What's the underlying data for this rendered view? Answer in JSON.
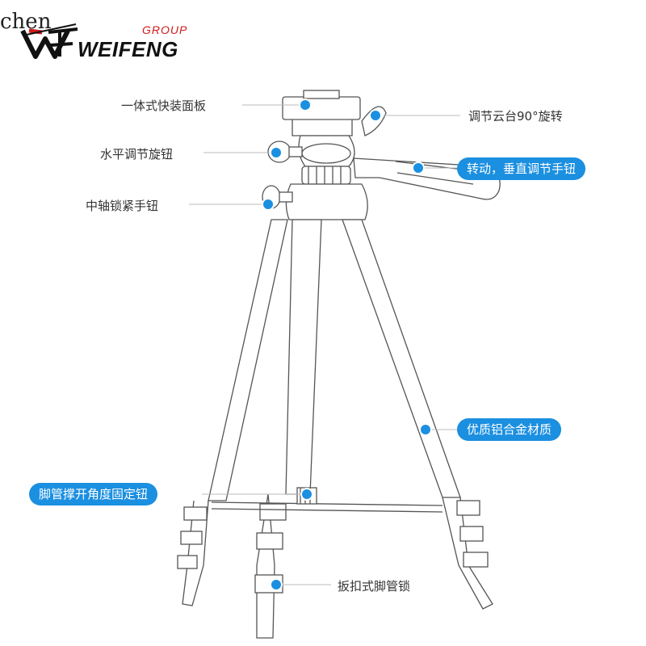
{
  "watermark": "chen",
  "brand": {
    "name": "WEIFENG",
    "group": "GROUP",
    "accent_color": "#d01a1a"
  },
  "labels": {
    "quick_plate": "一体式快装面板",
    "horizontal_knob": "水平调节旋钮",
    "center_column_lock": "中轴锁紧手钮",
    "head_rotate": "调节云台90°旋转",
    "handle_adjust": "转动，垂直调节手钮",
    "aluminum": "优质铝合金材质",
    "leg_angle_knob": "脚管撑开角度固定钮",
    "flip_lock": "扳扣式脚管锁"
  },
  "colors": {
    "highlight": "#1b8fe0",
    "line": "#555555",
    "leader": "#bbbbbb",
    "dot": "#1b8fe0"
  }
}
